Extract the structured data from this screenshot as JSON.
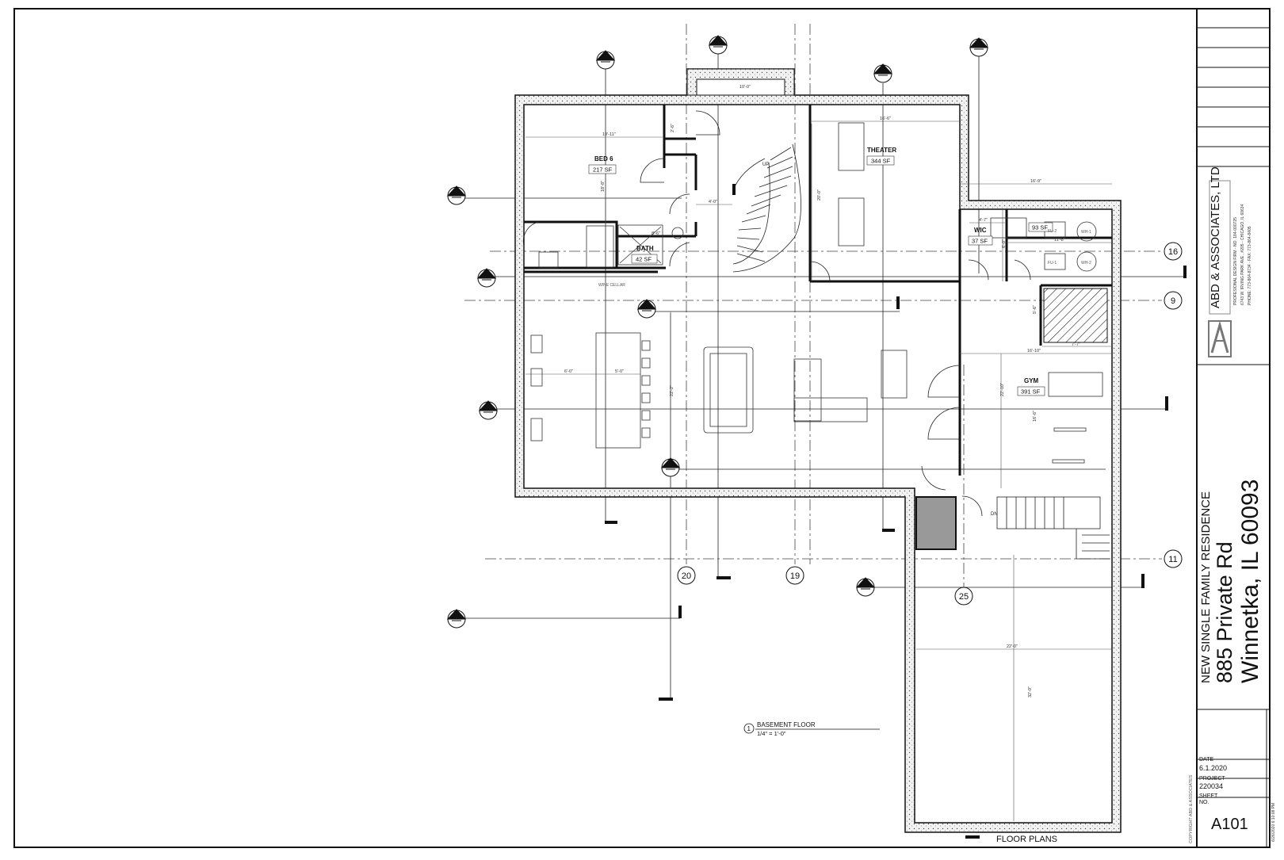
{
  "drawing": {
    "view_title": "BASEMENT FLOOR",
    "view_number": "1",
    "scale": "1/4\" = 1'-0\"",
    "sheet_caption": "FLOOR PLANS"
  },
  "rooms": {
    "bed6": {
      "name": "BED 6",
      "area": "217 SF"
    },
    "bath": {
      "name": "BATH",
      "area": "42 SF"
    },
    "theater": {
      "name": "THEATER",
      "area": "344 SF"
    },
    "wic": {
      "name": "WIC",
      "area": "37 SF"
    },
    "mech": {
      "name": "",
      "area": "93 SF"
    },
    "gym": {
      "name": "GYM",
      "area": "391 SF"
    },
    "wine": {
      "name": "WINE CELLAR"
    }
  },
  "dimensions": {
    "d_10_0": "10'-0\"",
    "d_19_11": "19'-11\"",
    "d_16_6": "16'-6\"",
    "d_16_9": "16'-9\"",
    "d_4_7": "4'-7\"",
    "d_11_8": "11'-8\"",
    "d_4_0": "4'-0\"",
    "d_8_6": "8'-6\"",
    "d_6_0": "6'-0\"",
    "d_5_0": "5'-0\"",
    "d_22_2": "22'-2\"",
    "d_16_10": "16'-10\"",
    "d_7_7": "7'-7\"",
    "d_22_10": "22'-10\"",
    "d_22_0": "22'-0\"",
    "d_32_0": "32'-0\"",
    "d_20_0": "20'-0\"",
    "d_18_8": "18'-8\"",
    "d_16_6b": "16'-6\"",
    "d_5_6": "5'-6\"",
    "d_6_0b": "6'-0\"",
    "d_2_6": "2'-6\""
  },
  "plan_labels": {
    "up": "UP",
    "dn": "DN",
    "fu1": "FU-1",
    "fu2": "FU-2",
    "wh1": "WH-1",
    "wh2": "WH-2"
  },
  "gridlines": {
    "g16": "16",
    "g9": "9",
    "g11": "11",
    "g20": "20",
    "g19": "19",
    "g25": "25"
  },
  "title_block": {
    "firm_name": "ABD & ASSOCIATES, LTD",
    "firm_line1": "PROFESIONAL DESIGN FIRM - NO. 184-000725",
    "firm_line2": "6743 W. IRVING PARK AVE., #205 - CHICAGO, IL 60634",
    "firm_line3": "PHONE: 773-864-8734 - FAX: 773-864-8405",
    "project_type": "NEW SINGLE FAMILY RESIDENCE",
    "address_line1": "885 Private Rd",
    "address_line2": "Winnetka, IL 60093",
    "date_label": "DATE",
    "date_value": "6.1.2020",
    "project_label": "PROJECT",
    "project_value": "220034",
    "sheet_label": "SHEET",
    "sheet_label2": "NO.",
    "sheet_number": "A101",
    "copyright": "COPYRIGHT ABD & ASSOCIATES",
    "timestamp": "6/26/2020 6:10:08 PM"
  },
  "colors": {
    "line": "#111111",
    "concrete": "#d9d9d9",
    "dim": "#555555"
  }
}
